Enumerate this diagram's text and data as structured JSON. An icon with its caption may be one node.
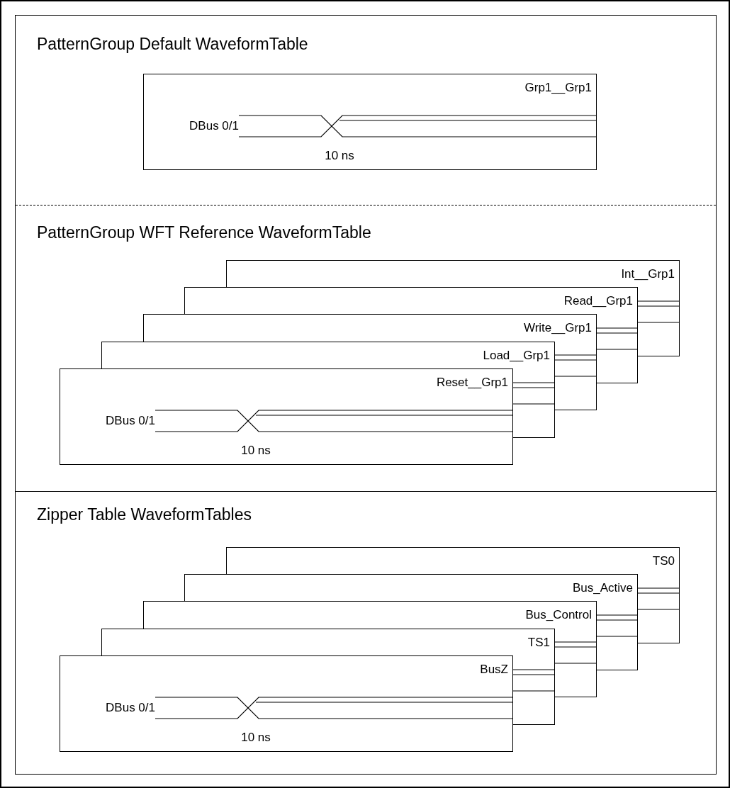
{
  "diagram": {
    "nodes": [
      {
        "text": [
          "PatternGroup Default WaveformTable"
        ]
      },
      {
        "text": [
          "Grp1__Grp1",
          "DBus 0/1",
          "10 ns"
        ],
        "in": 0
      },
      {
        "text": [
          "PatternGroup WFT Reference WaveformTable"
        ]
      },
      {
        "text": [
          "Int__Grp1"
        ],
        "in": 2
      },
      {
        "text": [
          "Read__Grp1"
        ],
        "in": 2
      },
      {
        "text": [
          "Write__Grp1"
        ],
        "in": 2
      },
      {
        "text": [
          "Load__Grp1"
        ],
        "in": 2
      },
      {
        "text": [
          "Reset__Grp1",
          "DBus 0/1",
          "10 ns"
        ],
        "in": 2
      },
      {
        "text": [
          "Zipper Table WaveformTables"
        ]
      },
      {
        "text": [
          "TS0"
        ],
        "in": 8
      },
      {
        "text": [
          "Bus_Active"
        ],
        "in": 8
      },
      {
        "text": [
          "Bus_Control"
        ],
        "in": 8
      },
      {
        "text": [
          "TS1"
        ],
        "in": 8
      },
      {
        "text": [
          "BusZ",
          "DBus 0/1",
          "10 ns"
        ],
        "in": 8
      }
    ]
  }
}
